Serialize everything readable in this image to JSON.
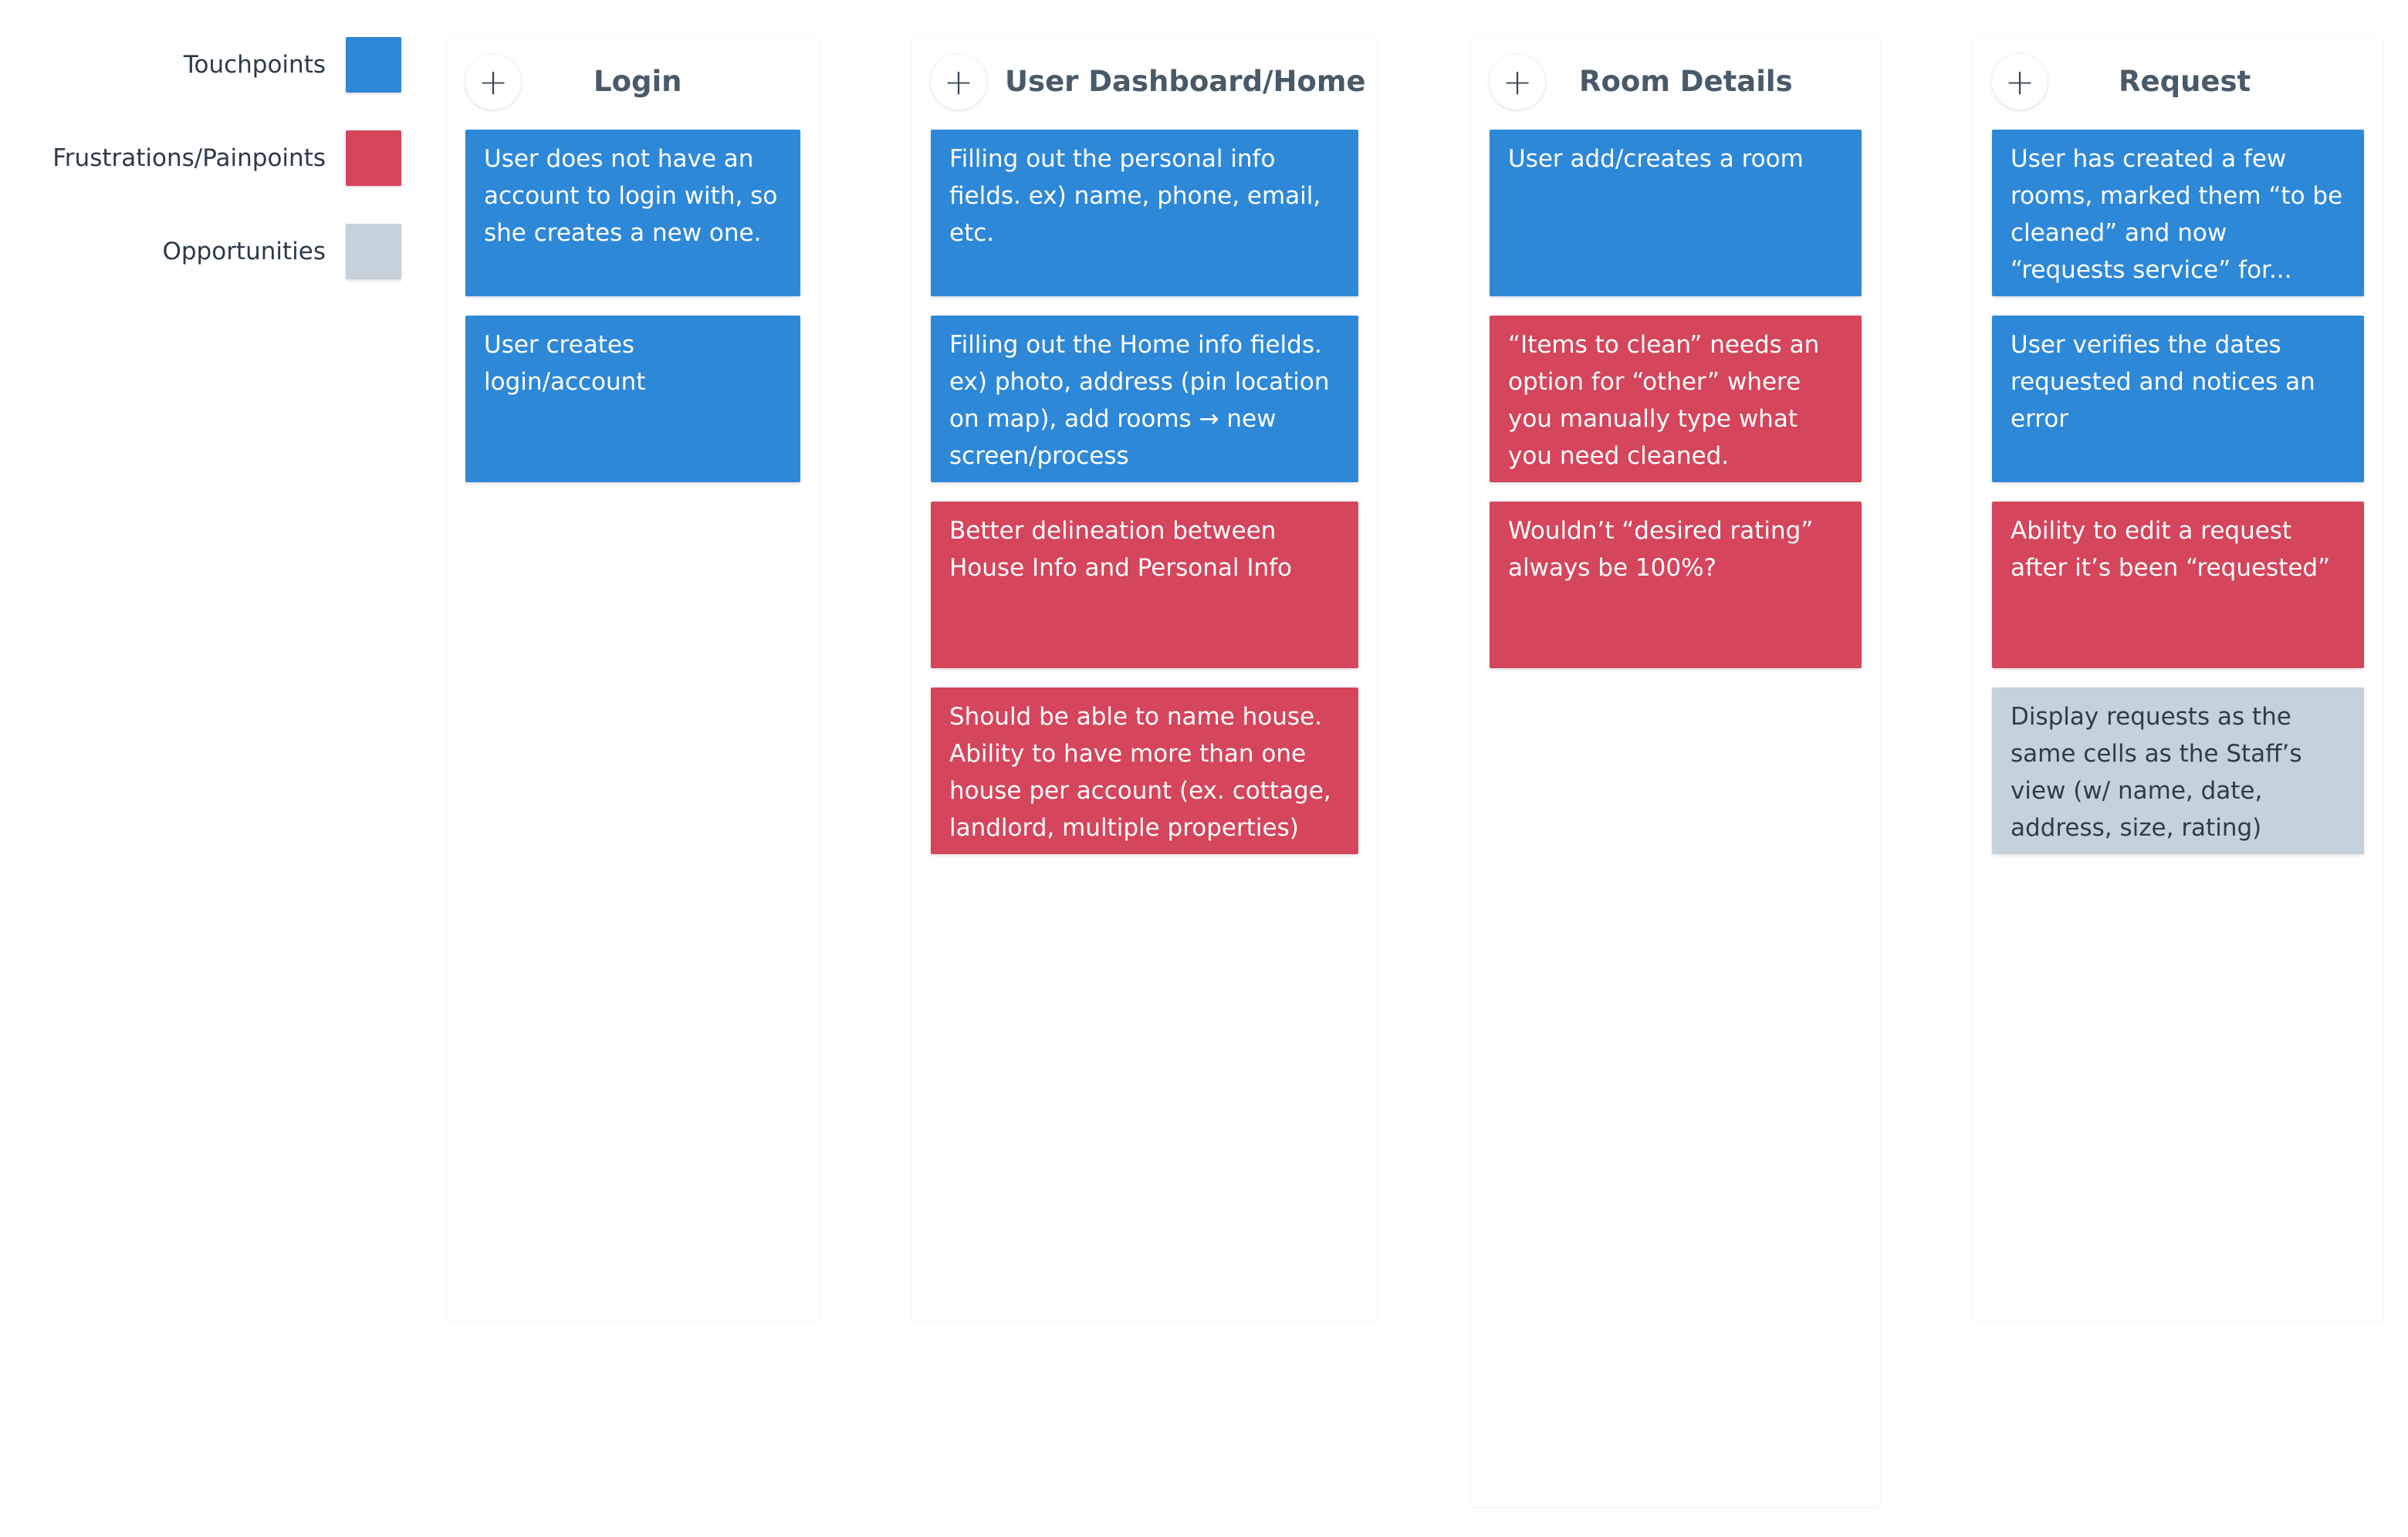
{
  "colors": {
    "touchpoint": "#2e88d8",
    "pain": "#d5455b",
    "opportunity": "#c5d1db"
  },
  "legend": [
    {
      "label": "Touchpoints",
      "type": "touchpoint"
    },
    {
      "label": "Frustrations/Painpoints",
      "type": "pain"
    },
    {
      "label": "Opportunities",
      "type": "opportunity"
    }
  ],
  "columns": [
    {
      "title": "Login",
      "add_icon": "plus-icon",
      "cards": [
        {
          "type": "touchpoint",
          "text": "User does not have an account to login with, so she creates a new one."
        },
        {
          "type": "touchpoint",
          "text": "User creates login/account"
        }
      ]
    },
    {
      "title": "User Dashboard/Home",
      "add_icon": "plus-icon",
      "cards": [
        {
          "type": "touchpoint",
          "text": "Filling out the personal info fields. ex) name, phone, email, etc."
        },
        {
          "type": "touchpoint",
          "text": "Filling out the Home info fields. ex) photo, address (pin location on map), add rooms → new screen/process"
        },
        {
          "type": "pain",
          "text": "Better delineation between House Info and Personal Info"
        },
        {
          "type": "pain",
          "text": "Should be able to name house. Ability to have more than one house per account (ex. cottage, landlord, multiple properties)"
        }
      ]
    },
    {
      "title": "Room Details",
      "add_icon": "plus-icon",
      "cards": [
        {
          "type": "touchpoint",
          "text": "User add/creates a room"
        },
        {
          "type": "pain",
          "text": "“Items to clean” needs an option for “other” where you manually type what you need cleaned."
        },
        {
          "type": "pain",
          "text": "Wouldn’t “desired rating” always be 100%?"
        }
      ]
    },
    {
      "title": "Request",
      "add_icon": "plus-icon",
      "cards": [
        {
          "type": "touchpoint",
          "text": "User has created a few rooms, marked them “to be cleaned” and now “requests service” for..."
        },
        {
          "type": "touchpoint",
          "text": "User verifies the dates requested and notices an error"
        },
        {
          "type": "pain",
          "text": "Ability to edit a request after it’s been “requested”"
        },
        {
          "type": "opportunity",
          "text": "Display requests as the same cells as the Staff’s view (w/ name, date, address, size, rating)"
        }
      ]
    }
  ]
}
